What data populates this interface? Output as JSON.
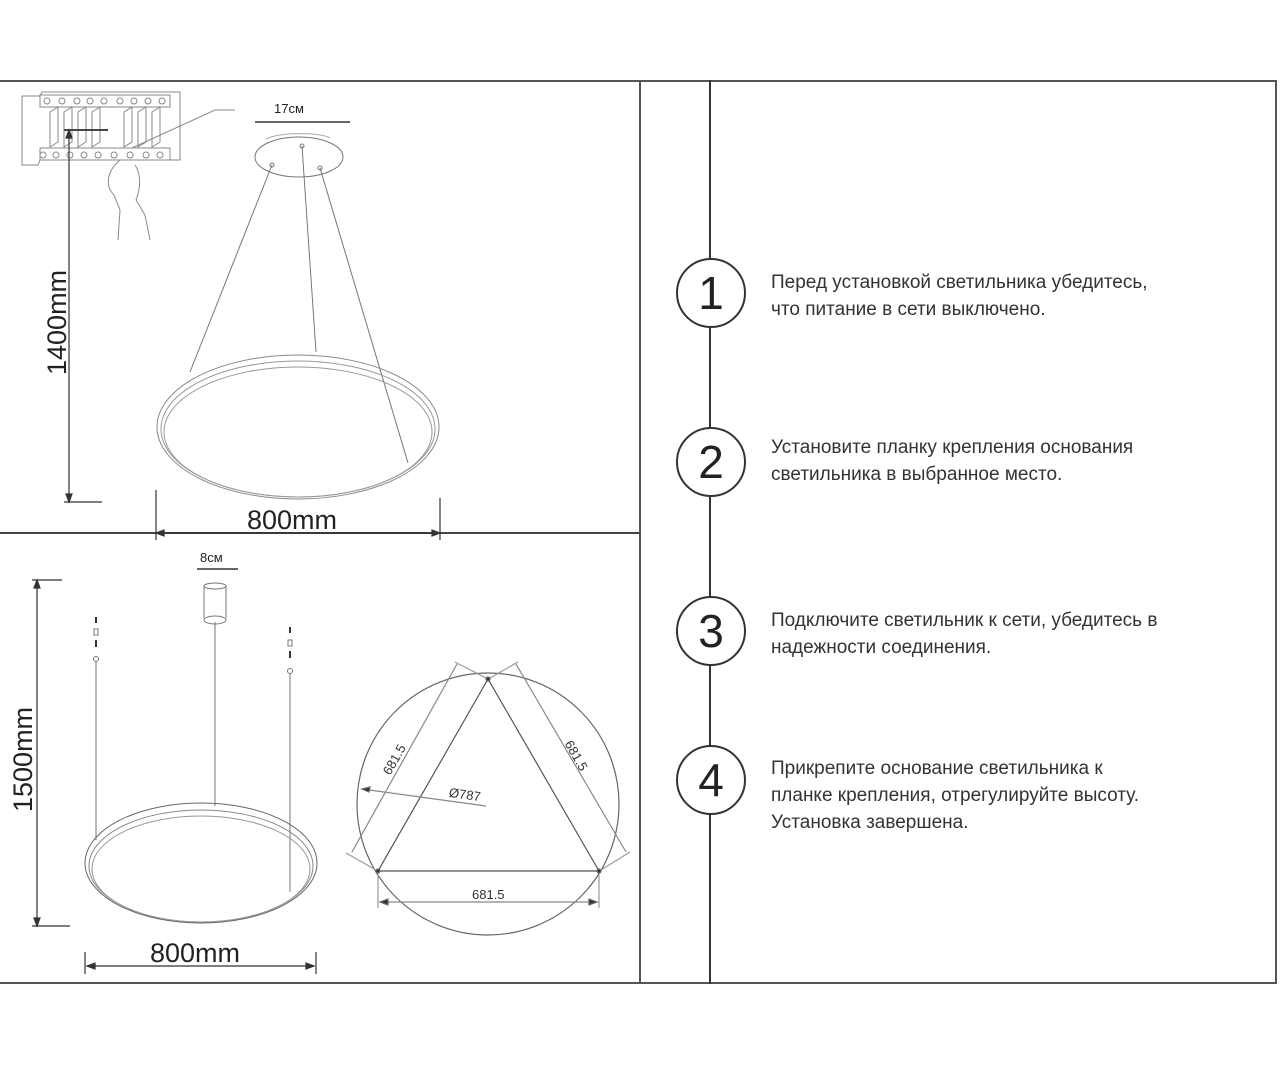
{
  "top_diagram": {
    "canopy_width_label": "17см",
    "height_label": "1400mm",
    "width_label": "800mm"
  },
  "bottom_diagram": {
    "canopy_width_label": "8см",
    "height_label": "1500mm",
    "width_label": "800mm"
  },
  "mounting_template": {
    "diameter_label": "Ø787",
    "side_left_label": "681.5",
    "side_right_label": "681.5",
    "side_bottom_label": "681.5"
  },
  "steps": [
    {
      "number": "1",
      "text_line1": "Перед установкой светильника убедитесь,",
      "text_line2": "что питание в сети выключено.",
      "text_line3": ""
    },
    {
      "number": "2",
      "text_line1": "Установите планку крепления основания",
      "text_line2": "светильника в выбранное место.",
      "text_line3": ""
    },
    {
      "number": "3",
      "text_line1": "Подключите светильник к сети, убедитесь в",
      "text_line2": "надежности соединения.",
      "text_line3": ""
    },
    {
      "number": "4",
      "text_line1": "Прикрепите основание светильника к",
      "text_line2": "планке крепления, отрегулируйте высоту.",
      "text_line3": "Установка завершена."
    }
  ]
}
